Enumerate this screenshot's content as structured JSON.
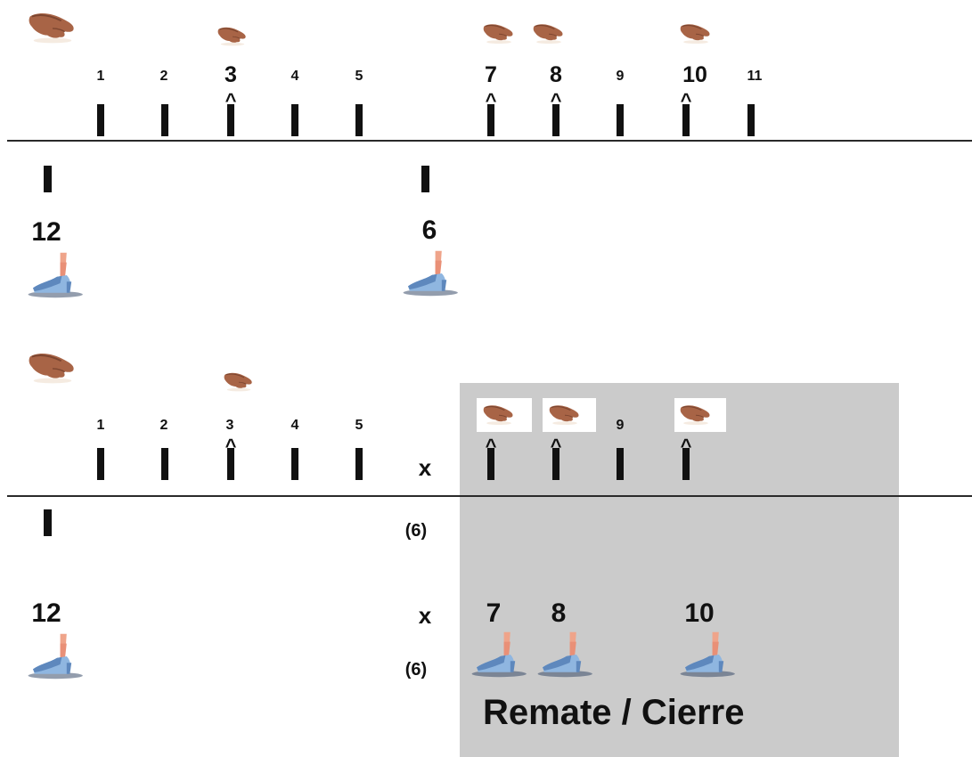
{
  "diagram": {
    "top_section": {
      "beat_labels": [
        "1",
        "2",
        "3",
        "4",
        "5",
        "7",
        "8",
        "9",
        "10",
        "11"
      ],
      "accented_beats": [
        "3",
        "7",
        "8",
        "10"
      ],
      "foot_beats": [
        "12",
        "6"
      ]
    },
    "bottom_section": {
      "beat_labels": [
        "1",
        "2",
        "3",
        "4",
        "5",
        "9"
      ],
      "x_top": "x",
      "paren_6_upper": "(6)",
      "foot_12": "12",
      "foot_x": "x",
      "paren_6_lower": "(6)",
      "foot_beats_shaded": [
        "7",
        "8",
        "10"
      ],
      "caption": "Remate / Cierre"
    },
    "icons": {
      "hand": "clapping-hand-icon",
      "foot": "heeled-shoe-icon"
    },
    "colors": {
      "shaded_region": "#cbcbcb",
      "skin": "#b56a4a",
      "shoe": "#7aa6d6",
      "line": "#2a2a2a"
    }
  }
}
